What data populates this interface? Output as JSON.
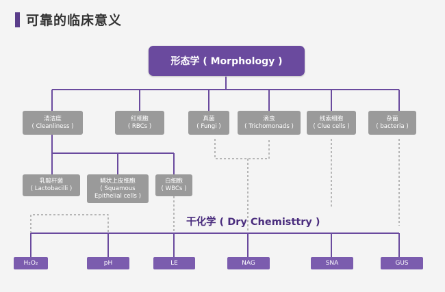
{
  "header": {
    "title": "可靠的临床意义"
  },
  "root": {
    "label": "形态学 ( Morphology )"
  },
  "level1": [
    {
      "zh": "清洁度",
      "en": "( Cleanliness )"
    },
    {
      "zh": "红细胞",
      "en": "( RBCs )"
    },
    {
      "zh": "真菌",
      "en": "( Fungi )"
    },
    {
      "zh": "滴虫",
      "en": "( Trichomonads )"
    },
    {
      "zh": "线索细胞",
      "en": "( Clue cells )"
    },
    {
      "zh": "杂菌",
      "en": "( bacteria )"
    }
  ],
  "level2": [
    {
      "zh": "乳酸杆菌",
      "en": "( Lactobacilli )"
    },
    {
      "zh": "鳞状上皮细胞",
      "en": "( Squamous",
      "en2": "Epithelial cells )"
    },
    {
      "zh": "白细胞",
      "en": "( WBCs )"
    }
  ],
  "dry": {
    "label": "干化学 ( Dry Chemisttry )"
  },
  "tests": [
    "H₂O₂",
    "pH",
    "LE",
    "NAG",
    "SNA",
    "GUS"
  ],
  "colors": {
    "accent": "#6a4a9e",
    "gray_box": "#9a9a9a",
    "line": "#6a4a9e",
    "dash": "#777777"
  }
}
